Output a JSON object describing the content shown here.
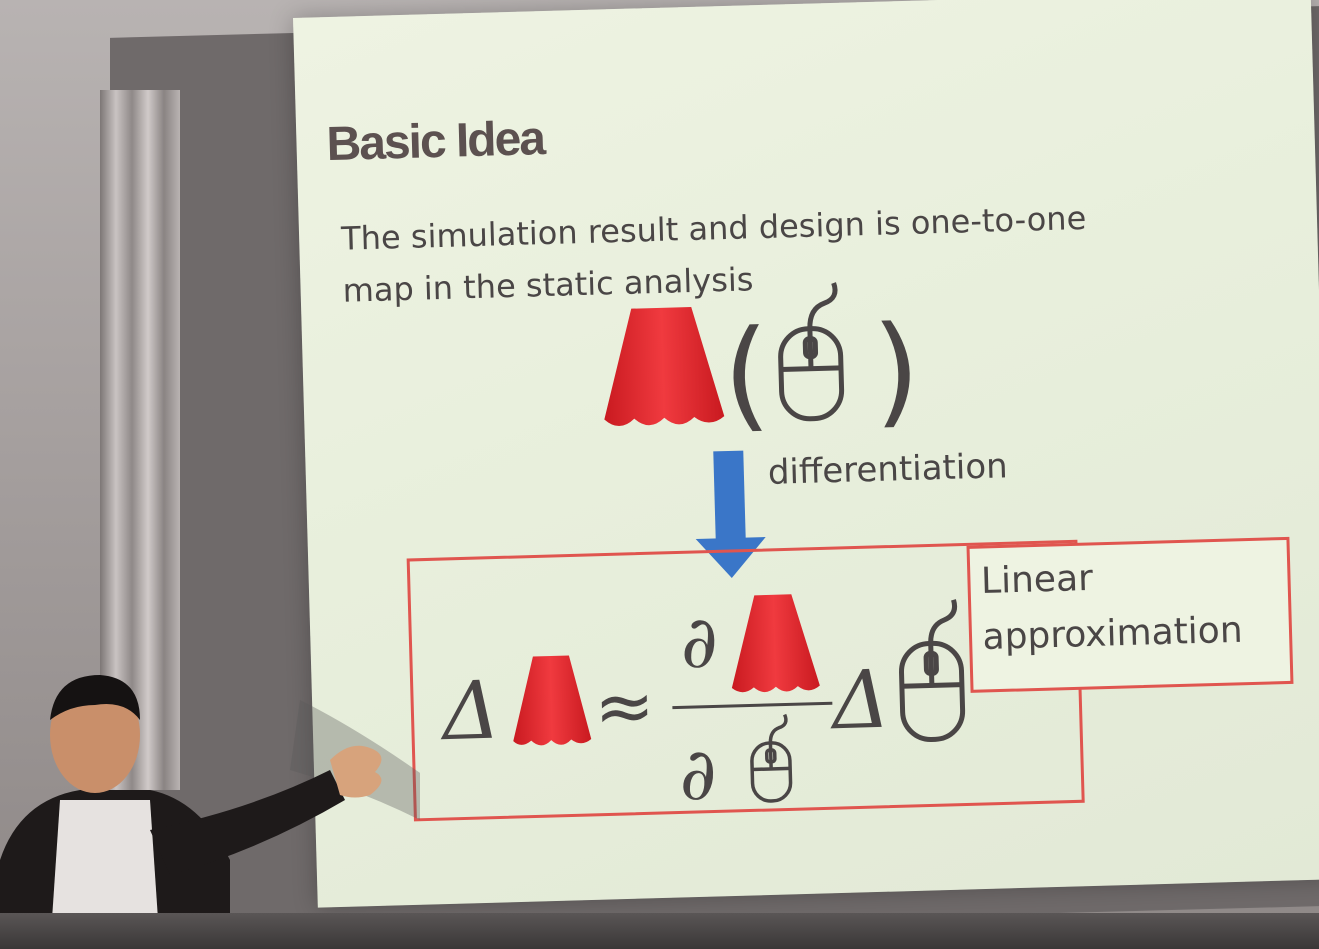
{
  "slide": {
    "title": "Basic Idea",
    "body_line1": "The simulation result and design is one-to-one",
    "body_line2": "map in the static analysis",
    "arrow_label": "differentiation",
    "box_label_line1": "Linear",
    "box_label_line2": "approximation"
  },
  "icons": {
    "skirt": "skirt-icon",
    "mouse": "mouse-icon",
    "down_arrow": "down-arrow-icon",
    "delta": "delta-symbol",
    "partial": "partial-symbol",
    "approx": "approx-symbol"
  },
  "colors": {
    "skirt_red": "#e2232a",
    "arrow_blue": "#3a76c8",
    "box_red": "#e0554f",
    "text_dark": "#4a4646",
    "slide_bg": "#eef3e2"
  }
}
